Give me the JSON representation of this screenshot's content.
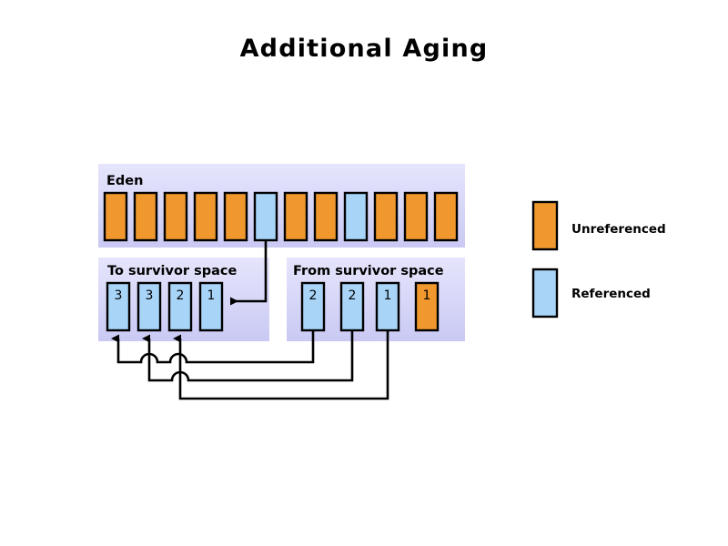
{
  "title": "Additional Aging",
  "colors": {
    "unreferenced": "#f0982d",
    "referenced": "#a8d4f7",
    "panel_top": "#e2e1fb",
    "panel_bottom": "#ccccf5",
    "outline": "#000000",
    "background": "#ffffff"
  },
  "panels": {
    "eden": {
      "label": "Eden",
      "blocks": [
        {
          "state": "unreferenced",
          "label": ""
        },
        {
          "state": "unreferenced",
          "label": ""
        },
        {
          "state": "unreferenced",
          "label": ""
        },
        {
          "state": "unreferenced",
          "label": ""
        },
        {
          "state": "unreferenced",
          "label": ""
        },
        {
          "state": "referenced",
          "label": ""
        },
        {
          "state": "unreferenced",
          "label": ""
        },
        {
          "state": "unreferenced",
          "label": ""
        },
        {
          "state": "referenced",
          "label": ""
        },
        {
          "state": "unreferenced",
          "label": ""
        },
        {
          "state": "unreferenced",
          "label": ""
        },
        {
          "state": "unreferenced",
          "label": ""
        }
      ]
    },
    "to_survivor": {
      "label": "To survivor  space",
      "blocks": [
        {
          "state": "referenced",
          "label": "3"
        },
        {
          "state": "referenced",
          "label": "3"
        },
        {
          "state": "referenced",
          "label": "2"
        },
        {
          "state": "referenced",
          "label": "1"
        }
      ]
    },
    "from_survivor": {
      "label": "From survivor  space",
      "blocks": [
        {
          "state": "referenced",
          "label": "2"
        },
        {
          "state": "referenced",
          "label": "2"
        },
        {
          "state": "referenced",
          "label": "1"
        },
        {
          "state": "unreferenced",
          "label": "1"
        }
      ]
    }
  },
  "legend": {
    "items": [
      {
        "state": "unreferenced",
        "label": "Unreferenced"
      },
      {
        "state": "referenced",
        "label": "Referenced"
      }
    ]
  }
}
